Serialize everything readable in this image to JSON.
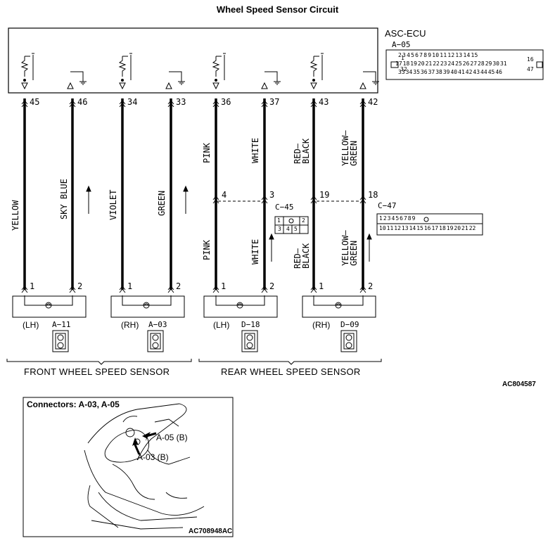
{
  "title": "Wheel Speed Sensor Circuit",
  "ecu": {
    "name": "ASC-ECU",
    "connector": "A−05",
    "pins_top": [
      "2",
      "3",
      "4",
      "5",
      "6",
      "7",
      "8",
      "9",
      "10",
      "11",
      "12",
      "13",
      "14",
      "15"
    ],
    "pins_mid": [
      "17",
      "18",
      "19",
      "20",
      "21",
      "22",
      "23",
      "24",
      "25",
      "26",
      "27",
      "28",
      "29",
      "30",
      "31"
    ],
    "pins_bot": [
      "33",
      "34",
      "35",
      "36",
      "37",
      "38",
      "39",
      "40",
      "41",
      "42",
      "43",
      "44",
      "45",
      "46"
    ],
    "pin_1": "1",
    "pin_32": "32",
    "pin_16": "16",
    "pin_47": "47"
  },
  "ecu_pins": [
    "45",
    "46",
    "34",
    "33",
    "36",
    "37",
    "43",
    "42"
  ],
  "wires": {
    "yellow": "YELLOW",
    "sky_blue": "SKY BLUE",
    "violet": "VIOLET",
    "green": "GREEN",
    "pink": "PINK",
    "white": "WHITE",
    "red_black": "RED—\nBLACK",
    "yellow_green": "YELLOW—\nGREEN"
  },
  "junction_pins": [
    "4",
    "3",
    "19",
    "18"
  ],
  "junction_connectors": {
    "c45": {
      "name": "C−45",
      "pins": [
        "1",
        "2",
        "3",
        "4",
        "5"
      ]
    },
    "c47": {
      "name": "C−47",
      "row1": [
        "1",
        "2",
        "3",
        "4",
        "5",
        "6",
        "7",
        "8",
        "9"
      ],
      "row2": [
        "10",
        "11",
        "12",
        "13",
        "14",
        "15",
        "16",
        "17",
        "18",
        "19",
        "20",
        "21",
        "22"
      ]
    }
  },
  "sensor_pins": [
    "1",
    "2",
    "1",
    "2",
    "1",
    "2",
    "1",
    "2"
  ],
  "sensors": [
    {
      "side": "(LH)",
      "code": "A−11"
    },
    {
      "side": "(RH)",
      "code": "A−03"
    },
    {
      "side": "(LH)",
      "code": "D−18"
    },
    {
      "side": "(RH)",
      "code": "D−09"
    }
  ],
  "sections": {
    "front": "FRONT WHEEL SPEED SENSOR",
    "rear": "REAR WHEEL SPEED SENSOR"
  },
  "figure_code": "AC804587",
  "inset": {
    "title": "Connectors: A-03, A-05",
    "label_a05": "A-05 (B)",
    "label_a03": "A-03 (B)",
    "code": "AC708948AC"
  },
  "colors": {
    "line": "#000000",
    "background": "#ffffff"
  }
}
